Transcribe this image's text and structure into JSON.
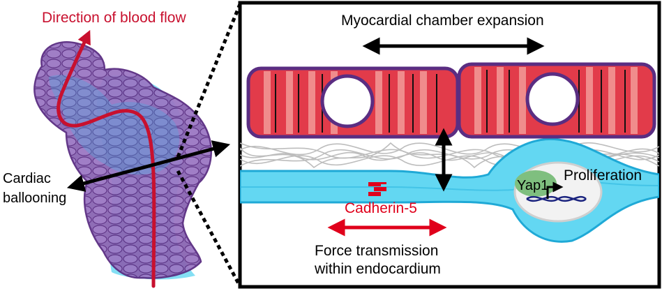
{
  "labels": {
    "blood_flow": "Direction of blood flow",
    "ballooning_line1": "Cardiac",
    "ballooning_line2": "ballooning",
    "chamber_expansion": "Myocardial chamber expansion",
    "cadherin": "Cadherin-5",
    "force_line1": "Force transmission",
    "force_line2": "within endocardium",
    "yap": "Yap1",
    "proliferation": "Proliferation"
  },
  "colors": {
    "blood_flow_red": "#c8102e",
    "cadherin_red": "#e0001b",
    "heart_purple": "#7f5aa8",
    "heart_outline": "#5a2d82",
    "endocardium_cyan": "#5fd3f0",
    "myocyte_red": "#e23b4a",
    "myocyte_light": "#f08c8c",
    "yap_green": "#7fbf7f",
    "dna_navy": "#1a237e"
  }
}
